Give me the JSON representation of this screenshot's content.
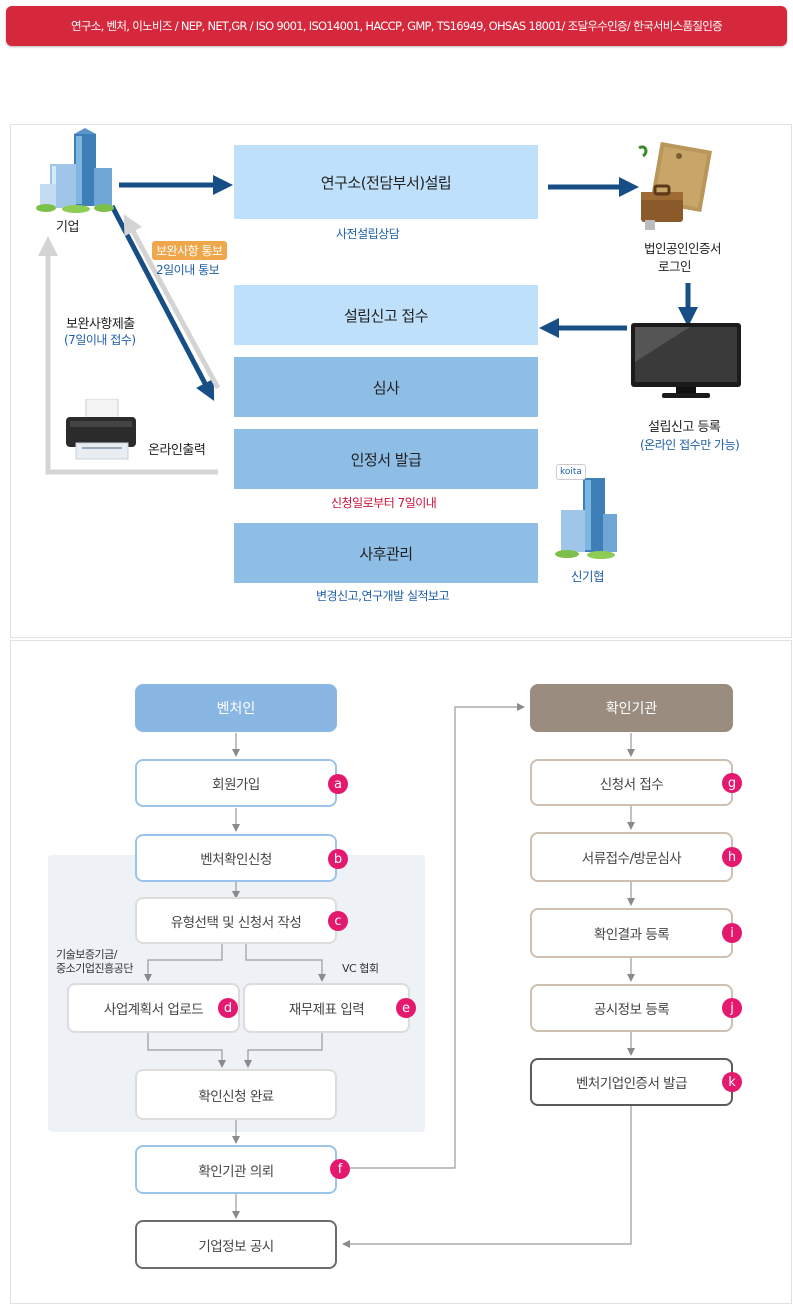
{
  "banner": {
    "text": "연구소, 벤처, 이노비즈 / NEP, NET,GR / ISO 9001, ISO14001, HACCP, GMP, TS16949, OHSAS 18001/ 조달우수인증/ 한국서비스품질인증"
  },
  "process": {
    "company_label": "기업",
    "stages": {
      "establish": "연구소(전담부서)설립",
      "report": "설립신고 접수",
      "review": "심사",
      "issue": "인정서 발급",
      "manage": "사후관리"
    },
    "captions": {
      "consult": "사전설립상담",
      "issue_note": "신청일로부터 7일이내",
      "manage_note": "변경신고,연구개발 실적보고"
    },
    "cert_login": [
      "법인공인인증서",
      "로그인"
    ],
    "online_report": {
      "title": "설립신고 등록",
      "note": "(온라인 접수만 가능)"
    },
    "notice": {
      "tag": "보완사항 통보",
      "days": "2일이내 통보"
    },
    "supplement": {
      "title": "보완사항제출",
      "days": "(7일이내 접수)"
    },
    "print_label": "온라인출력",
    "koita_logo": "koita",
    "koita_label": "신기협",
    "colors": {
      "light_stage": "#bfe0fa",
      "dark_stage": "#8ebde6",
      "arrow": "#174e85",
      "return_arrow": "#d4d4d4"
    }
  },
  "venture": {
    "left_header": "벤처인",
    "right_header": "확인기관",
    "left_steps": {
      "join": "회원가입",
      "apply": "벤처확인신청",
      "type_select": "유형선택 및 신청서 작성",
      "plan_upload": "사업계획서 업로드",
      "finance_input": "재무제표 입력",
      "complete": "확인신청 완료",
      "request": "확인기관 의뢰",
      "publish": "기업정보 공시"
    },
    "branch_labels": {
      "left": [
        "기술보증기금/",
        "중소기업진흥공단"
      ],
      "right": "VC 협회"
    },
    "right_steps": {
      "receive": "신청서 접수",
      "inspect": "서류접수/방문심사",
      "register": "확인결과 등록",
      "notice": "공시정보 등록",
      "certificate": "벤처기업인증서 발급"
    },
    "badges": [
      "a",
      "b",
      "c",
      "d",
      "e",
      "f",
      "g",
      "h",
      "i",
      "j",
      "k"
    ],
    "colors": {
      "left_header": "#8ab6e4",
      "right_header": "#9b8c80",
      "badge": "#e4196e"
    }
  }
}
